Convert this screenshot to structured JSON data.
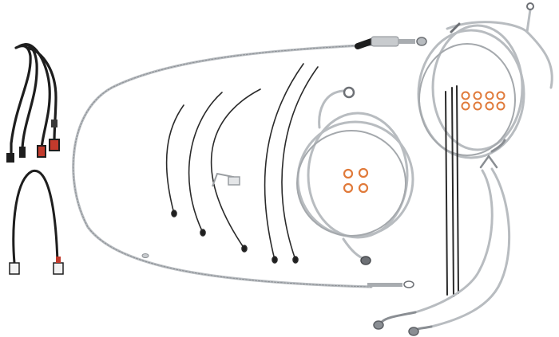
{
  "image": {
    "kind": "product-photo",
    "background": "#ffffff",
    "items": [
      "wiring-harness-extension-pair",
      "wiring-harness-jumper",
      "braided-clutch-cable",
      "wire-extension-leads",
      "ground-bracket",
      "braided-brake-line-coil",
      "braided-hydraulic-line-coil",
      "copper-crush-washers-small-set",
      "copper-crush-washers-large-set",
      "zip-tie-rods",
      "front-brake-lines-with-banjo-fittings"
    ],
    "colors": {
      "steel": "#b8bcc0",
      "steel_dark": "#8a8e93",
      "wire": "#1e1e1e",
      "copper": "#e07a3a",
      "red_connector": "#c23a2c",
      "white_connector": "#f2f2f2"
    }
  }
}
